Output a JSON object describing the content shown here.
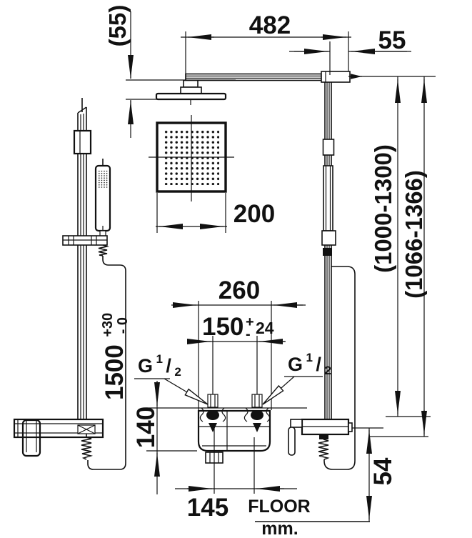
{
  "drawing": {
    "type": "shower-system-installation-drawing",
    "colors": {
      "ink": "#111111",
      "paper": "#ffffff"
    },
    "dims": {
      "head_drop": "(55)",
      "arm_length": "482",
      "arm_wall_offset": "55",
      "head_size": "200",
      "column_height_range": "(1000-1300)",
      "overall_height_range": "(1066-1366)",
      "mixer_width": "260",
      "inlet_spacing": "150",
      "inlet_tol_plus": "+",
      "inlet_tol_minus": "-",
      "inlet_tol_value": "24",
      "hose_length": "1500",
      "hose_tol_plus": "+30",
      "hose_tol_minus": "- 0",
      "mixer_height": "140",
      "outlet_spacing": "145",
      "spout_floor_height": "54"
    },
    "thread_label": {
      "g": "G",
      "numerator": "1",
      "slash": "/",
      "denominator": "2"
    },
    "floor_label": "FLOOR",
    "units_label": "mm."
  }
}
